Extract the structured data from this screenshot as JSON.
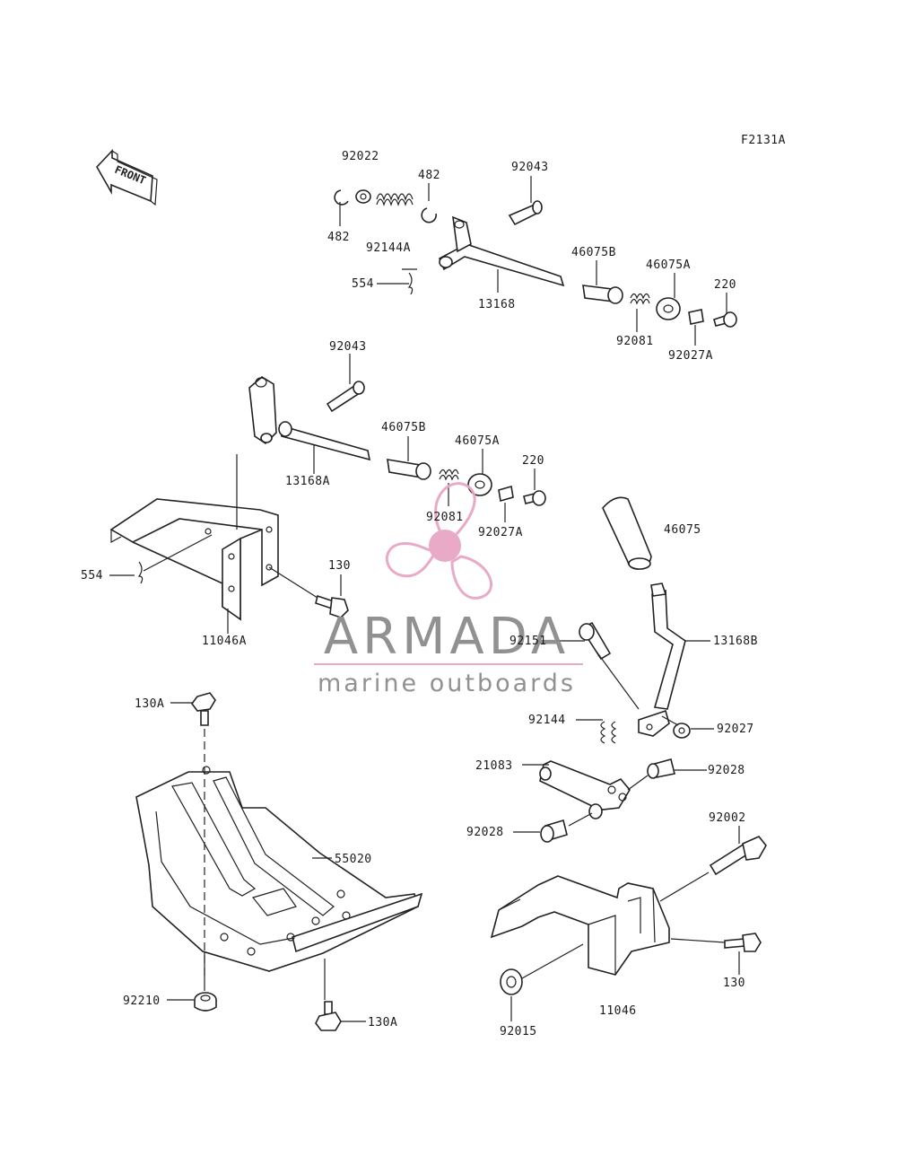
{
  "diagram_code": "F2131A",
  "front_label": "FRONT",
  "watermark": {
    "brand": "ARMADA",
    "tagline": "marine outboards",
    "accent_color": "#e8a6c6",
    "text_color": "#8c8c8c"
  },
  "parts": {
    "p92022": "92022",
    "p482a": "482",
    "p92043a": "92043",
    "p482b": "482",
    "p92144a": "92144A",
    "p554a": "554",
    "p46075b_a": "46075B",
    "p46075a_a": "46075A",
    "p220a": "220",
    "p13168": "13168",
    "p92081a": "92081",
    "p92027a_a": "92027A",
    "p92043b": "92043",
    "p46075b_b": "46075B",
    "p46075a_b": "46075A",
    "p220b": "220",
    "p13168a": "13168A",
    "p92081b": "92081",
    "p92027a_b": "92027A",
    "p46075": "46075",
    "p554b": "554",
    "p130a": "130",
    "p11046a": "11046A",
    "p92151": "92151",
    "p13168b": "13168B",
    "p130A_top": "130A",
    "p92144": "92144",
    "p92027": "92027",
    "p21083": "21083",
    "p92028a": "92028",
    "p92028b": "92028",
    "p92002": "92002",
    "p55020": "55020",
    "p130b": "130",
    "p92210": "92210",
    "p130A_bot": "130A",
    "p92015": "92015",
    "p11046": "11046"
  }
}
